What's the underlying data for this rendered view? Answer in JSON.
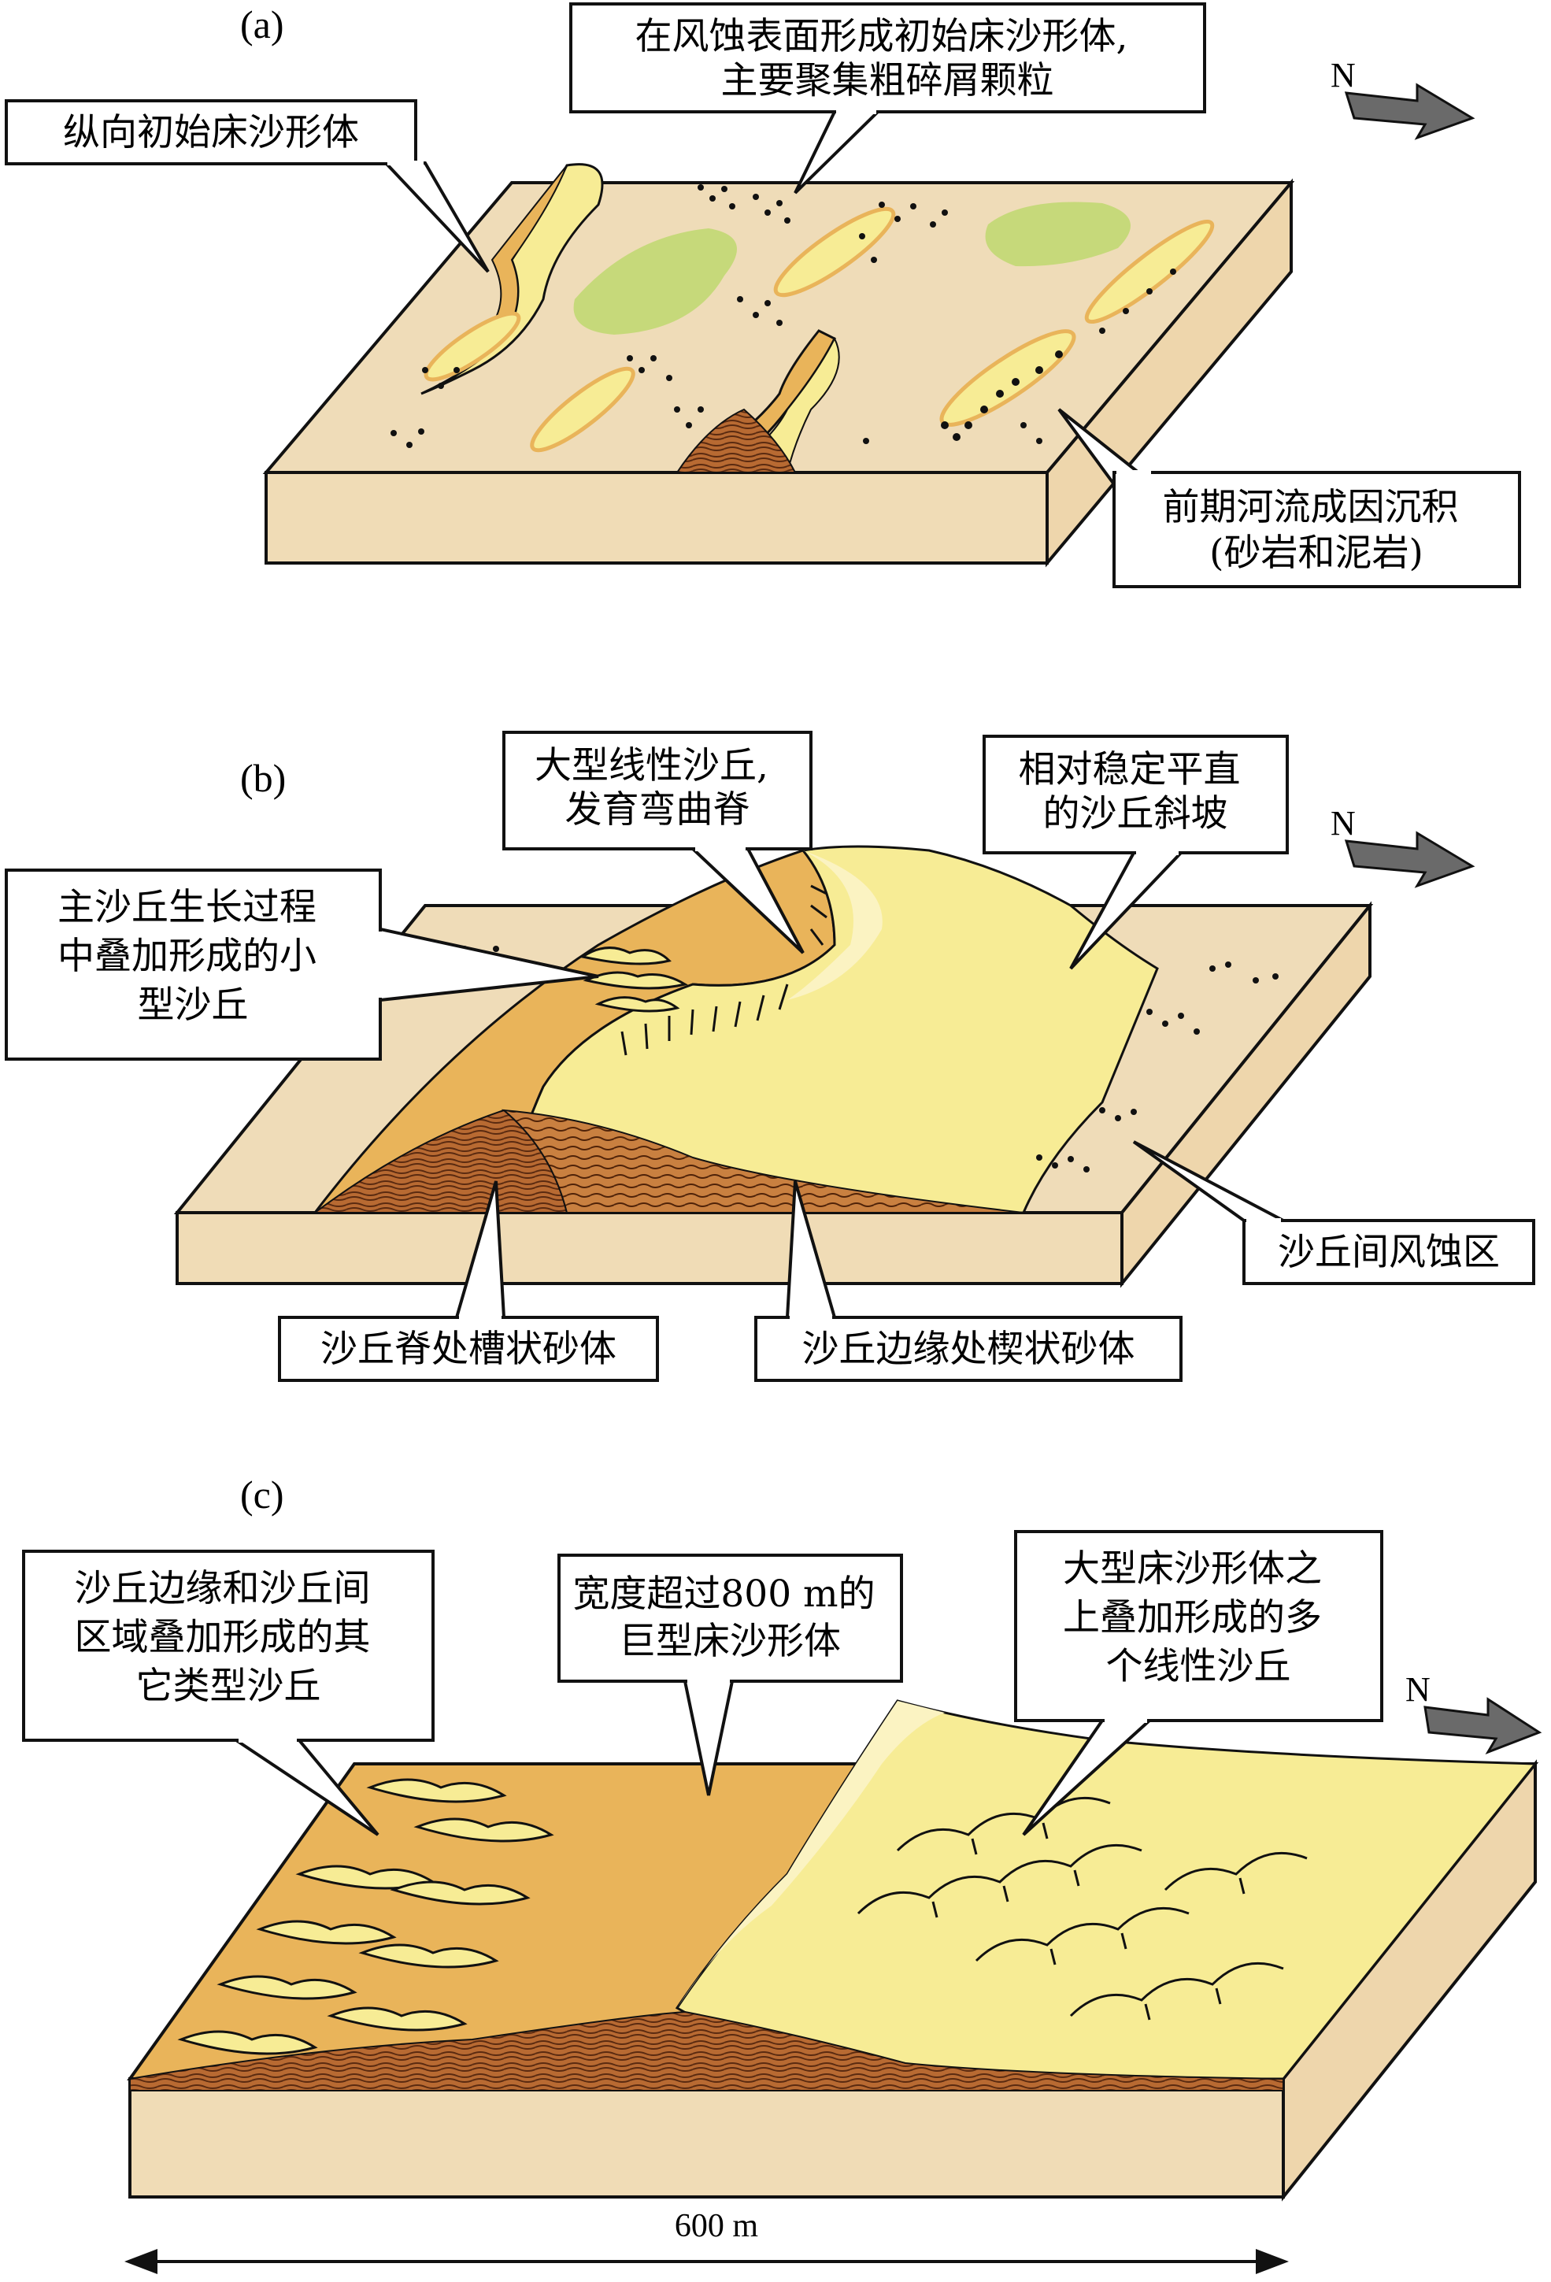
{
  "panels": [
    {
      "id": "a",
      "label": "(a)",
      "north": "N",
      "callouts": [
        {
          "lines": [
            "在风蚀表面形成初始床沙形体,",
            "主要聚集粗碎屑颗粒"
          ]
        },
        {
          "lines": [
            "纵向初始床沙形体"
          ]
        },
        {
          "lines": [
            "前期河流成因沉积",
            "(砂岩和泥岩)"
          ]
        }
      ]
    },
    {
      "id": "b",
      "label": "(b)",
      "north": "N",
      "callouts": [
        {
          "lines": [
            "大型线性沙丘,",
            "发育弯曲脊"
          ]
        },
        {
          "lines": [
            "相对稳定平直",
            "的沙丘斜坡"
          ]
        },
        {
          "lines": [
            "主沙丘生长过程",
            "中叠加形成的小",
            "型沙丘"
          ]
        },
        {
          "lines": [
            "沙丘间风蚀区"
          ]
        },
        {
          "lines": [
            "沙丘脊处槽状砂体"
          ]
        },
        {
          "lines": [
            "沙丘边缘处楔状砂体"
          ]
        }
      ]
    },
    {
      "id": "c",
      "label": "(c)",
      "north": "N",
      "callouts": [
        {
          "lines": [
            "沙丘边缘和沙丘间",
            "区域叠加形成的其",
            "它类型沙丘"
          ]
        },
        {
          "lines": [
            "宽度超过800 m的",
            "巨型床沙形体"
          ]
        },
        {
          "lines": [
            "大型床沙形体之",
            "上叠加形成的多",
            "个线性沙丘"
          ]
        }
      ],
      "scale_bar": "600 m"
    }
  ],
  "colors": {
    "block_side": "#f0dcb6",
    "surface": "#efdcb8",
    "sand_yellow": "#f7ec95",
    "sand_orange": "#e9b45a",
    "vegetation": "#c6d97a",
    "stratification": "#8f4a22",
    "north_arrow": "#6a6a6a",
    "outline": "#111111"
  }
}
